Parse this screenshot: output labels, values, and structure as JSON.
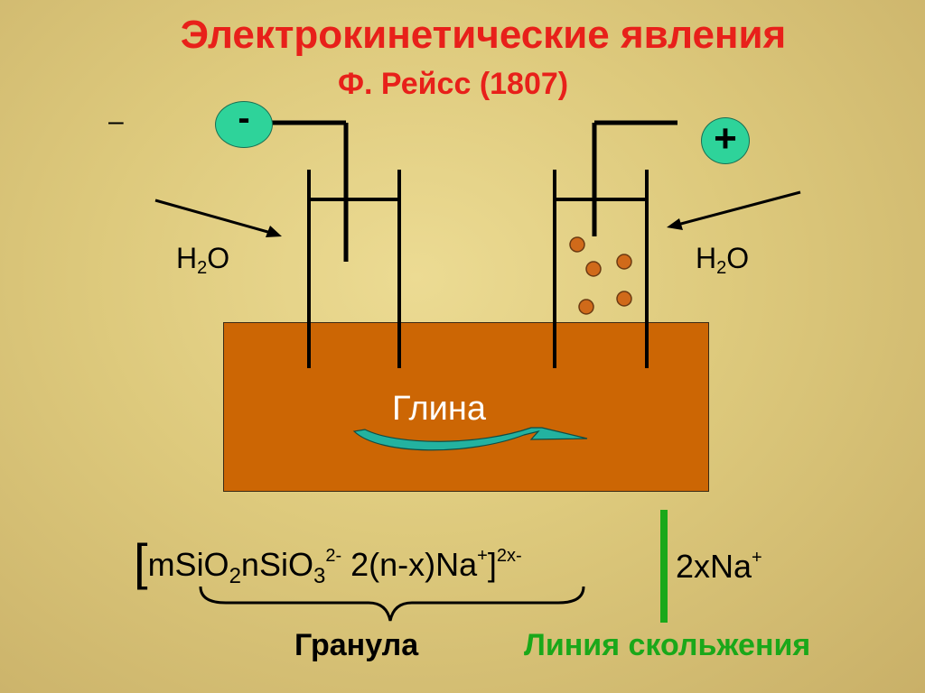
{
  "title": "Электрокинетические явления",
  "subtitle": "Ф. Рейсс (1807)",
  "electrodes": {
    "stray_minus": "–",
    "negative": "-",
    "positive": "+"
  },
  "water": {
    "left": {
      "symbol": "H",
      "index": "2",
      "rest": "O"
    },
    "right": {
      "symbol": "H",
      "index": "2",
      "rest": "O"
    }
  },
  "clay_label": "Глина",
  "formula": {
    "open_bracket": "[",
    "m": "mSiO",
    "m_sub": "2",
    "n": "nSiO",
    "n_sub": "3",
    "n_sup": "2-",
    "middle": " 2(n-x)Na",
    "middle_sup": "+",
    "close_bracket": "]",
    "close_sup": "2x-"
  },
  "slip_formula": {
    "text": "2xNa",
    "sup": "+"
  },
  "granule_label": "Гранула",
  "slip_line_label": "Линия скольжения",
  "colors": {
    "title": "#e8201a",
    "clay": "#cc6604",
    "badge": "#2ed39a",
    "slip_line": "#1aa81a",
    "particle": "#d06a1a"
  }
}
